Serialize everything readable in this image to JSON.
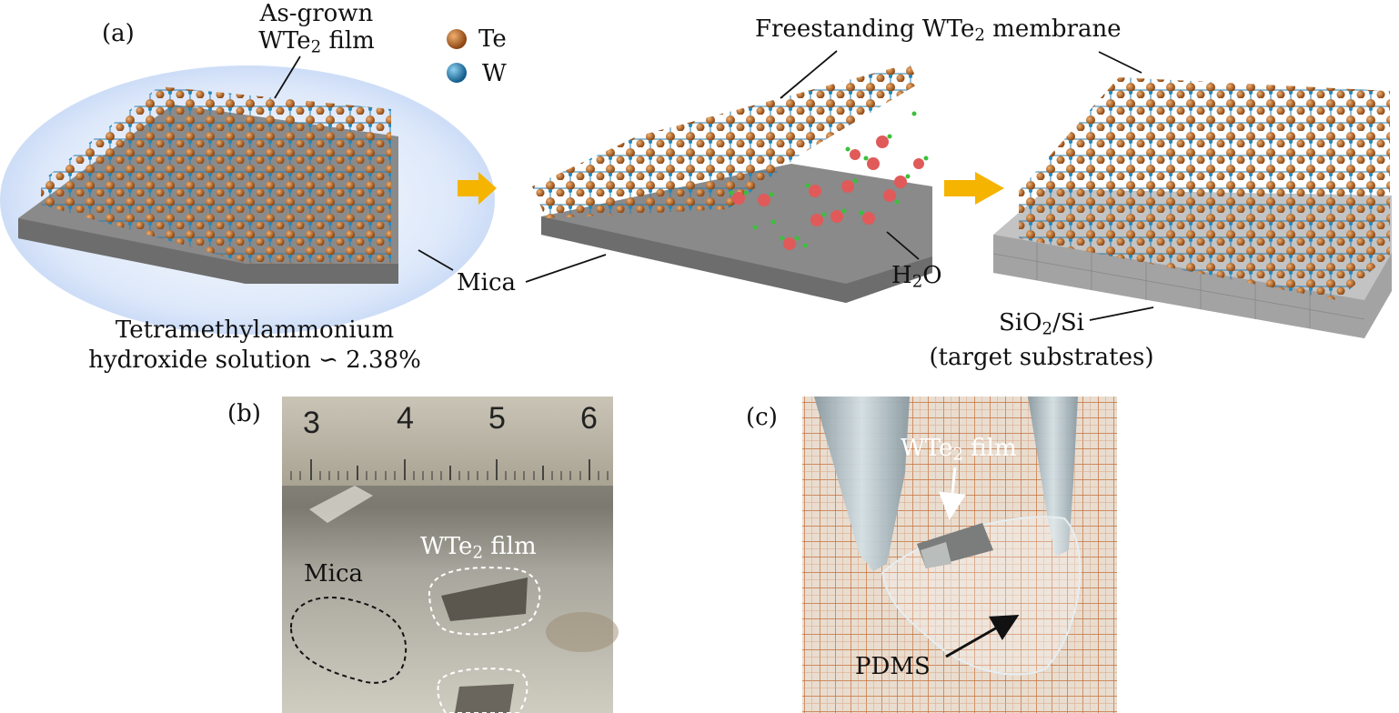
{
  "panel_a": {
    "tag": "(a)",
    "as_grown_line1": "As-grown",
    "as_grown_line2_main": "WTe",
    "as_grown_line2_sub": "2",
    "as_grown_line2_tail": " film",
    "legend": [
      {
        "element": "Te",
        "color": "#b5651d"
      },
      {
        "element": "W",
        "color": "#1f8ac0"
      }
    ],
    "freestanding_main": "Freestanding WTe",
    "freestanding_sub": "2",
    "freestanding_tail": " membrane",
    "mica": "Mica",
    "water_main": "H",
    "water_sub": "2",
    "water_tail": "O",
    "solution_line1": "Tetramethylammonium",
    "solution_line2": "hydroxide solution ∽ 2.38%",
    "target_main": "SiO",
    "target_sub": "2",
    "target_tail": "/Si",
    "target_line2": "(target substrates)"
  },
  "panel_b": {
    "tag": "(b)",
    "ruler_ticks": [
      "3",
      "4",
      "5",
      "6"
    ],
    "film_main": "WTe",
    "film_sub": "2",
    "film_tail": " film",
    "mica": "Mica"
  },
  "panel_c": {
    "tag": "(c)",
    "film_main": "WTe",
    "film_sub": "2",
    "film_tail": " film",
    "pdms": "PDMS"
  },
  "colors": {
    "te_atom": "#b5651d",
    "w_atom": "#1f8ac0",
    "arrow": "#f5b400",
    "substrate": "#8a8a8a",
    "solution": "#cfe0f7"
  }
}
